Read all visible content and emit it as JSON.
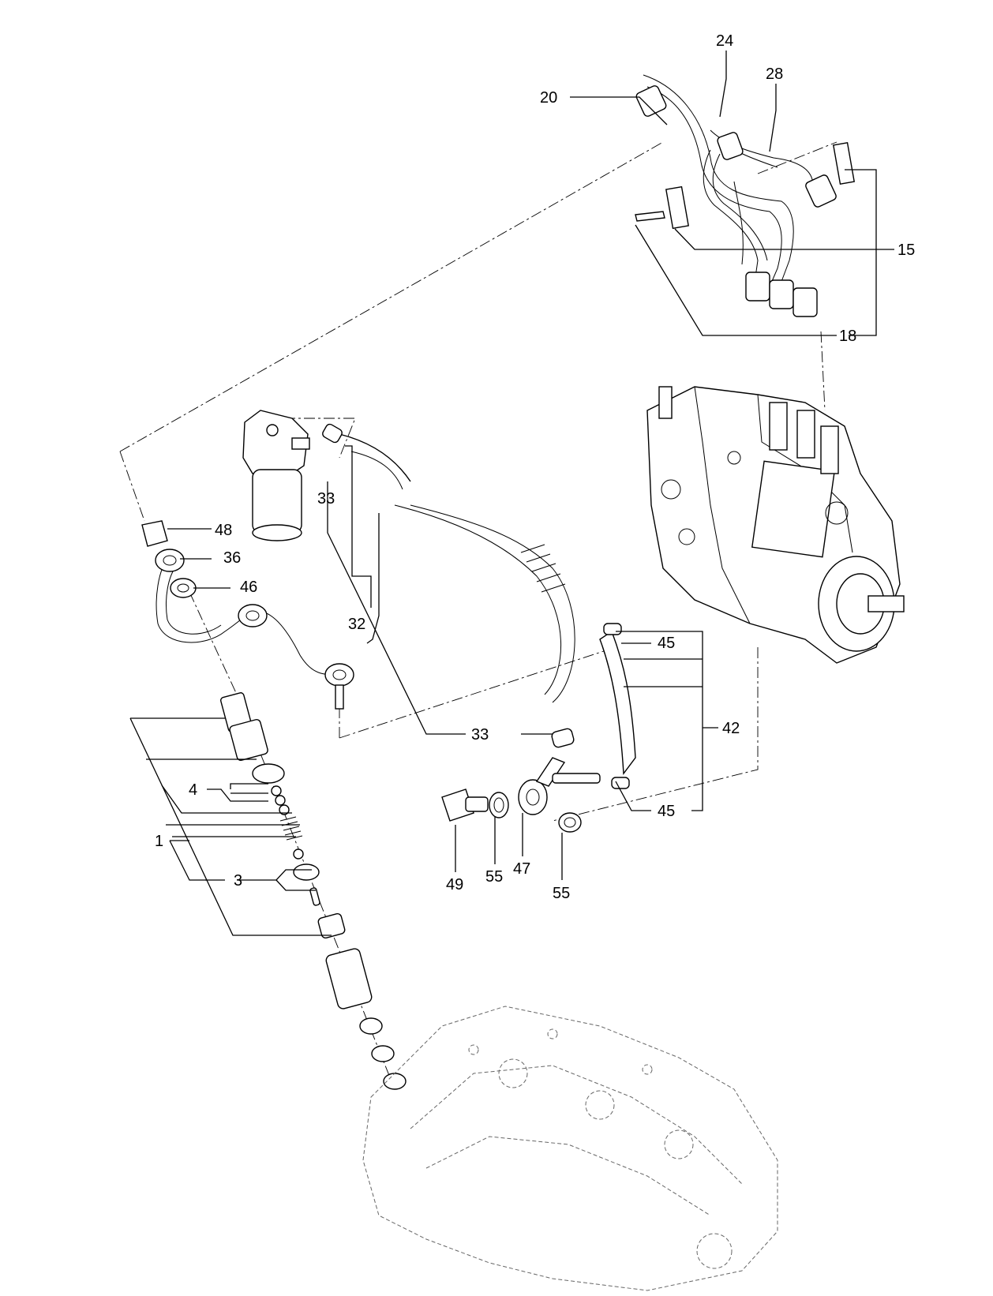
{
  "callouts": {
    "c1": "1",
    "c3": "3",
    "c4": "4",
    "c15": "15",
    "c18": "18",
    "c20": "20",
    "c24": "24",
    "c28": "28",
    "c32": "32",
    "c33a": "33",
    "c33b": "33",
    "c36": "36",
    "c42": "42",
    "c45a": "45",
    "c45b": "45",
    "c46": "46",
    "c47": "47",
    "c48": "48",
    "c49": "49",
    "c55a": "55",
    "c55b": "55"
  }
}
